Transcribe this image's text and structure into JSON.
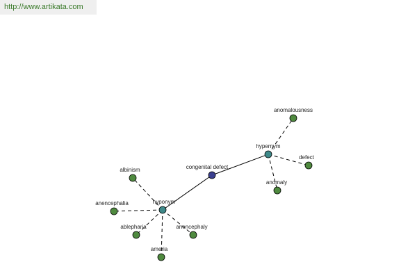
{
  "watermark": "http://www.artikata.com",
  "colors": {
    "center": "#3a3f8f",
    "hub": "#3f8a8a",
    "leaf": "#4f8a3f",
    "edge": "#000000"
  },
  "nodes": {
    "center": "congenital defect",
    "hypernym": "hypernym",
    "hyponym": "hyponym",
    "anomalousness": "anomalousness",
    "defect": "defect",
    "anomaly": "anomaly",
    "albinism": "albinism",
    "anencephalia": "anencephalia",
    "ablepharia": "ablepharia",
    "anencephaly": "anencephaly",
    "ameria": "ameria"
  }
}
